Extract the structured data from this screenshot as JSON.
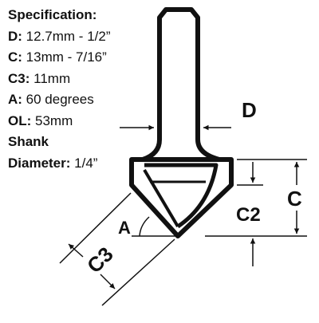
{
  "spec": {
    "heading": "Specification:",
    "rows": [
      {
        "key": "D:",
        "value": " 12.7mm - 1/2”"
      },
      {
        "key": "C:",
        "value": " 13mm - 7/16”"
      },
      {
        "key": "C3:",
        "value": " 11mm"
      },
      {
        "key": "A:",
        "value": " 60 degrees"
      },
      {
        "key": "OL:",
        "value": " 53mm"
      },
      {
        "key": "Shank",
        "value": ""
      },
      {
        "key": "Diameter:",
        "value": " 1/4”"
      }
    ]
  },
  "labels": {
    "d": "D",
    "c": "C",
    "c2": "C2",
    "c3": "C3",
    "a": "A"
  },
  "colors": {
    "ink": "#111111",
    "background": "#ffffff"
  }
}
